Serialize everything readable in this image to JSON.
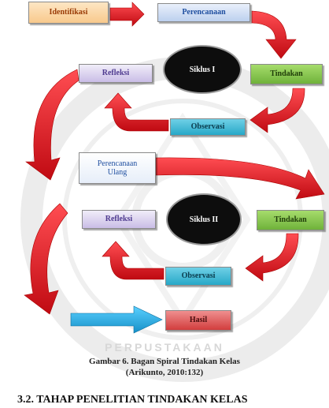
{
  "diagram": {
    "boxes": {
      "identifikasi": "Identifikasi",
      "perencanaan": "Perencanaan",
      "tindakan_1": "Tindakan",
      "refleksi_1": "Refleksi",
      "observasi_1": "Observasi",
      "perencanaan_ulang": "Perencanaan\nUlang",
      "tindakan_2": "Tindakan",
      "refleksi_2": "Refleksi",
      "observasi_2": "Observasi",
      "hasil": "Hasil"
    },
    "cycles": {
      "siklus_1": "Siklus I",
      "siklus_2": "Siklus II"
    }
  },
  "caption": {
    "line1": "Gambar 6.  Bagan Spiral Tindakan Kelas",
    "line2": "(Arikunto, 2010:132)"
  },
  "section_heading": "3.2. TAHAP PENELITIAN TINDAKAN KELAS",
  "watermark": {
    "text": "PERPUSTAKAAN"
  },
  "colors": {
    "arrow_red": "#e0131b",
    "arrow_blue": "#1ea6e0"
  }
}
